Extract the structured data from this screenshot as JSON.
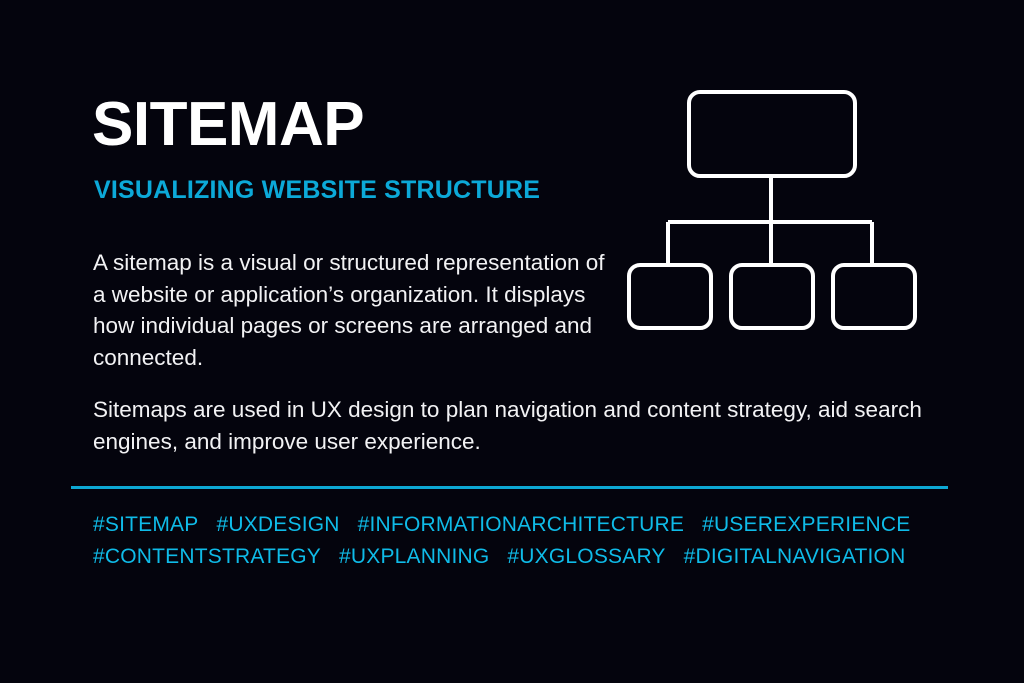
{
  "theme": {
    "background": "#04040d",
    "accent_cyan": "#0CA9D8",
    "tag_cyan": "#0FBBE8",
    "text_white": "#f2f2f4",
    "diagram_stroke": "#ffffff"
  },
  "header": {
    "title": "SITEMAP",
    "subtitle": "VISUALIZING WEBSITE STRUCTURE"
  },
  "body": {
    "paragraph_1": "A sitemap is a visual or structured representation of a website or application’s organization. It displays how individual pages or screens are arranged and connected.",
    "paragraph_2": "Sitemaps are used in UX design to plan navigation and content strategy, aid search engines, and improve user experience."
  },
  "tags": {
    "row_1": [
      "#SITEMAP",
      "#UXDESIGN",
      "#INFORMATIONARCHITECTURE",
      "#USEREXPERIENCE"
    ],
    "row_2": [
      "#CONTENTSTRATEGY",
      "#UXPLANNING",
      "#UXGLOSSARY",
      "#DIGITALNAVIGATION"
    ]
  },
  "diagram": {
    "name": "sitemap-hierarchy-diagram",
    "parent_node_count": 1,
    "child_node_count": 3,
    "nodes": [
      {
        "id": "root",
        "label": ""
      },
      {
        "id": "child-1",
        "label": ""
      },
      {
        "id": "child-2",
        "label": ""
      },
      {
        "id": "child-3",
        "label": ""
      }
    ]
  }
}
